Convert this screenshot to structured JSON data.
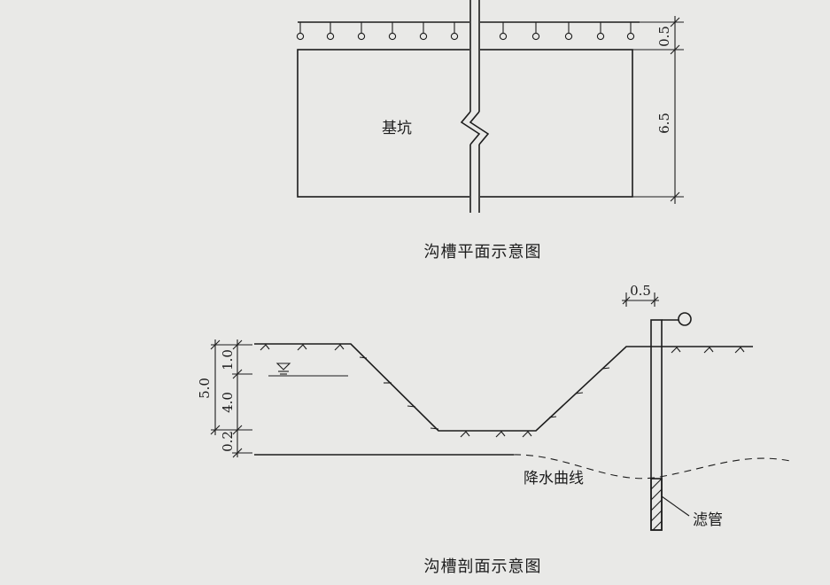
{
  "plan": {
    "pit_label": "基坑",
    "caption": "沟槽平面示意图",
    "dim_top": "0.5",
    "dim_pit": "6.5"
  },
  "section": {
    "caption": "沟槽剖面示意图",
    "dim_well_offset": "0.5",
    "dim_total_depth": "5.0",
    "dim_upper": "1.0",
    "dim_lower": "4.0",
    "dim_bottom": "0.2",
    "curve_label": "降水曲线",
    "filter_label": "滤管"
  }
}
